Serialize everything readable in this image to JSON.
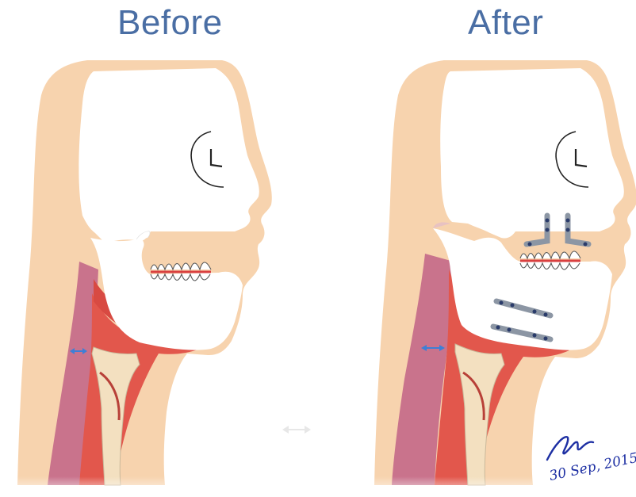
{
  "panels": {
    "before": {
      "title": "Before"
    },
    "after": {
      "title": "After"
    }
  },
  "signature": {
    "date": "30 Sep, 2015"
  },
  "colors": {
    "skin": "#f7d3ae",
    "airway": "#c9738c",
    "muscle": "#e2574c",
    "bone": "#ffffff",
    "outline": "#333333",
    "plate": "#8c96a4",
    "arrow": "#3d7fd6",
    "title": "#4a6ea4",
    "signature": "#1d2fa3"
  },
  "icons": [
    "double-arrow-icon",
    "fixation-plate-icon",
    "resize-arrow-icon"
  ]
}
